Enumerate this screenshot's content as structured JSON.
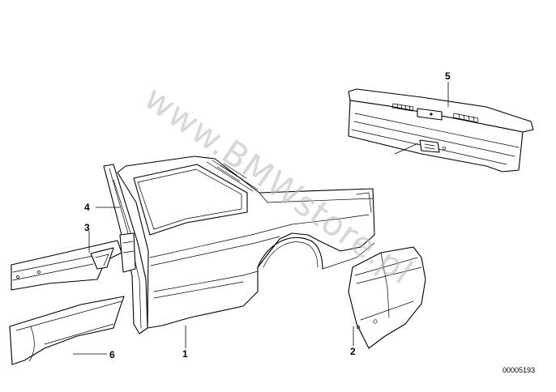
{
  "watermark": "www.BMWstore.pl",
  "drawing_number": "00005193",
  "callouts": {
    "c1": "1",
    "c2": "2",
    "c3": "3",
    "c4": "4",
    "c5": "5",
    "c6": "6"
  }
}
